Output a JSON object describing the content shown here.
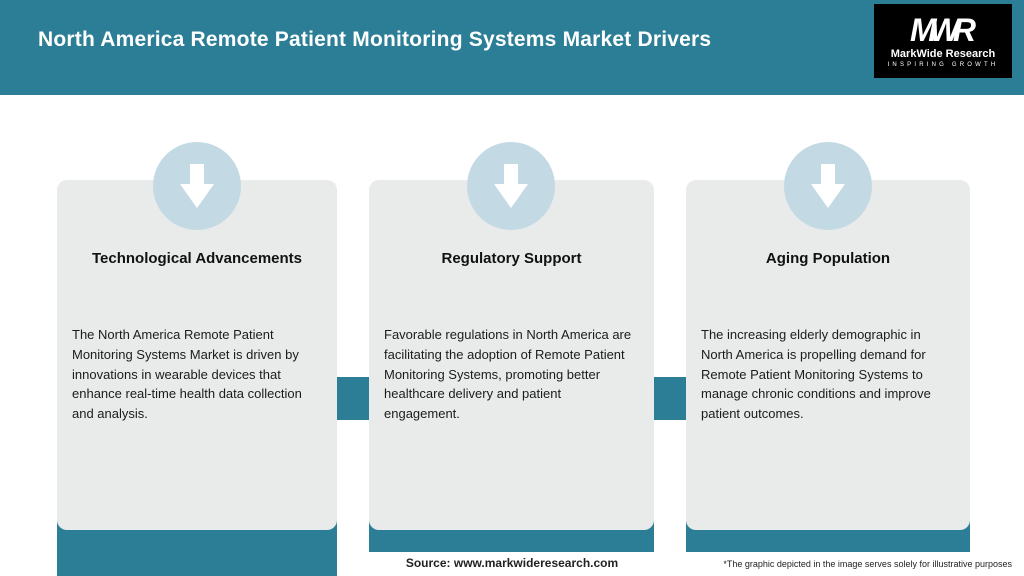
{
  "header": {
    "title": "North America Remote Patient Monitoring Systems Market Drivers",
    "logo": {
      "monogram": "MWR",
      "company": "MarkWide Research",
      "tagline": "Inspiring Growth"
    }
  },
  "cards": [
    {
      "title": "Technological Advancements",
      "body": "The North America Remote Patient Monitoring Systems Market is driven by innovations in wearable devices that enhance real-time health data collection and analysis.",
      "icon": "down-arrow-icon"
    },
    {
      "title": "Regulatory Support",
      "body": "Favorable regulations in North America are facilitating the adoption of Remote Patient Monitoring Systems, promoting better healthcare delivery and patient engagement.",
      "icon": "down-arrow-icon"
    },
    {
      "title": "Aging Population",
      "body": "The increasing elderly demographic in North America is propelling demand for Remote Patient Monitoring Systems to manage chronic conditions and improve patient outcomes.",
      "icon": "down-arrow-icon"
    }
  ],
  "footer": {
    "source": "Source: www.markwideresearch.com",
    "disclaimer": "*The graphic depicted in the image serves solely for illustrative purposes"
  },
  "colors": {
    "header_bg": "#2b7e96",
    "accent_teal": "#2b7e96",
    "card_bg": "#e9ebeb",
    "circle_bg": "#c3dae4",
    "arrow": "#ffffff",
    "logo_bg": "#000000",
    "header_text": "#ffffff",
    "body_text": "#1b1b1b"
  }
}
